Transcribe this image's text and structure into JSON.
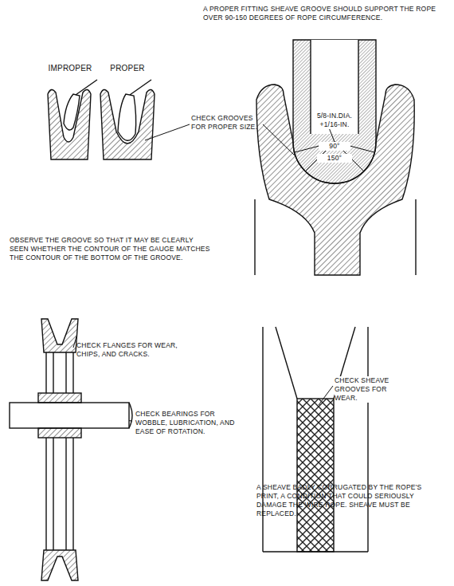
{
  "diagram": {
    "labels": [
      "A PROPER FITTING SHEAVE GROOVE SHOULD SUPPORT THE ROPE OVER 90-150 DEGREES OF ROPE CIRCUMFERENCE.",
      "5/8-IN.DIA. +1/16-IN.",
      "90°",
      "150°",
      "IMPROPER",
      "PROPER",
      "CHECK GROOVES FOR PROPER SIZE.",
      "OBSERVE THE GROOVE SO THAT IT MAY BE CLEARLY SEEN WHETHER THE CONTOUR OF THE GAUGE MATCHES THE CONTOUR OF THE BOTTOM OF THE GROOVE.",
      "CHECK FLANGES FOR WEAR, CHIPS, AND CRACKS.",
      "CHECK BEARINGS FOR WOBBLE, LUBRICATION, AND EASE OF ROTATION.",
      "CHECK SHEAVE GROOVES FOR WEAR.",
      "A SHEAVE BADLY CORRUGATED BY THE ROPE'S PRINT, A CONDITION THAT COULD SERIOUSLY DAMAGE THE WIRE ROPE. SHEAVE MUST BE REPLACED."
    ]
  }
}
